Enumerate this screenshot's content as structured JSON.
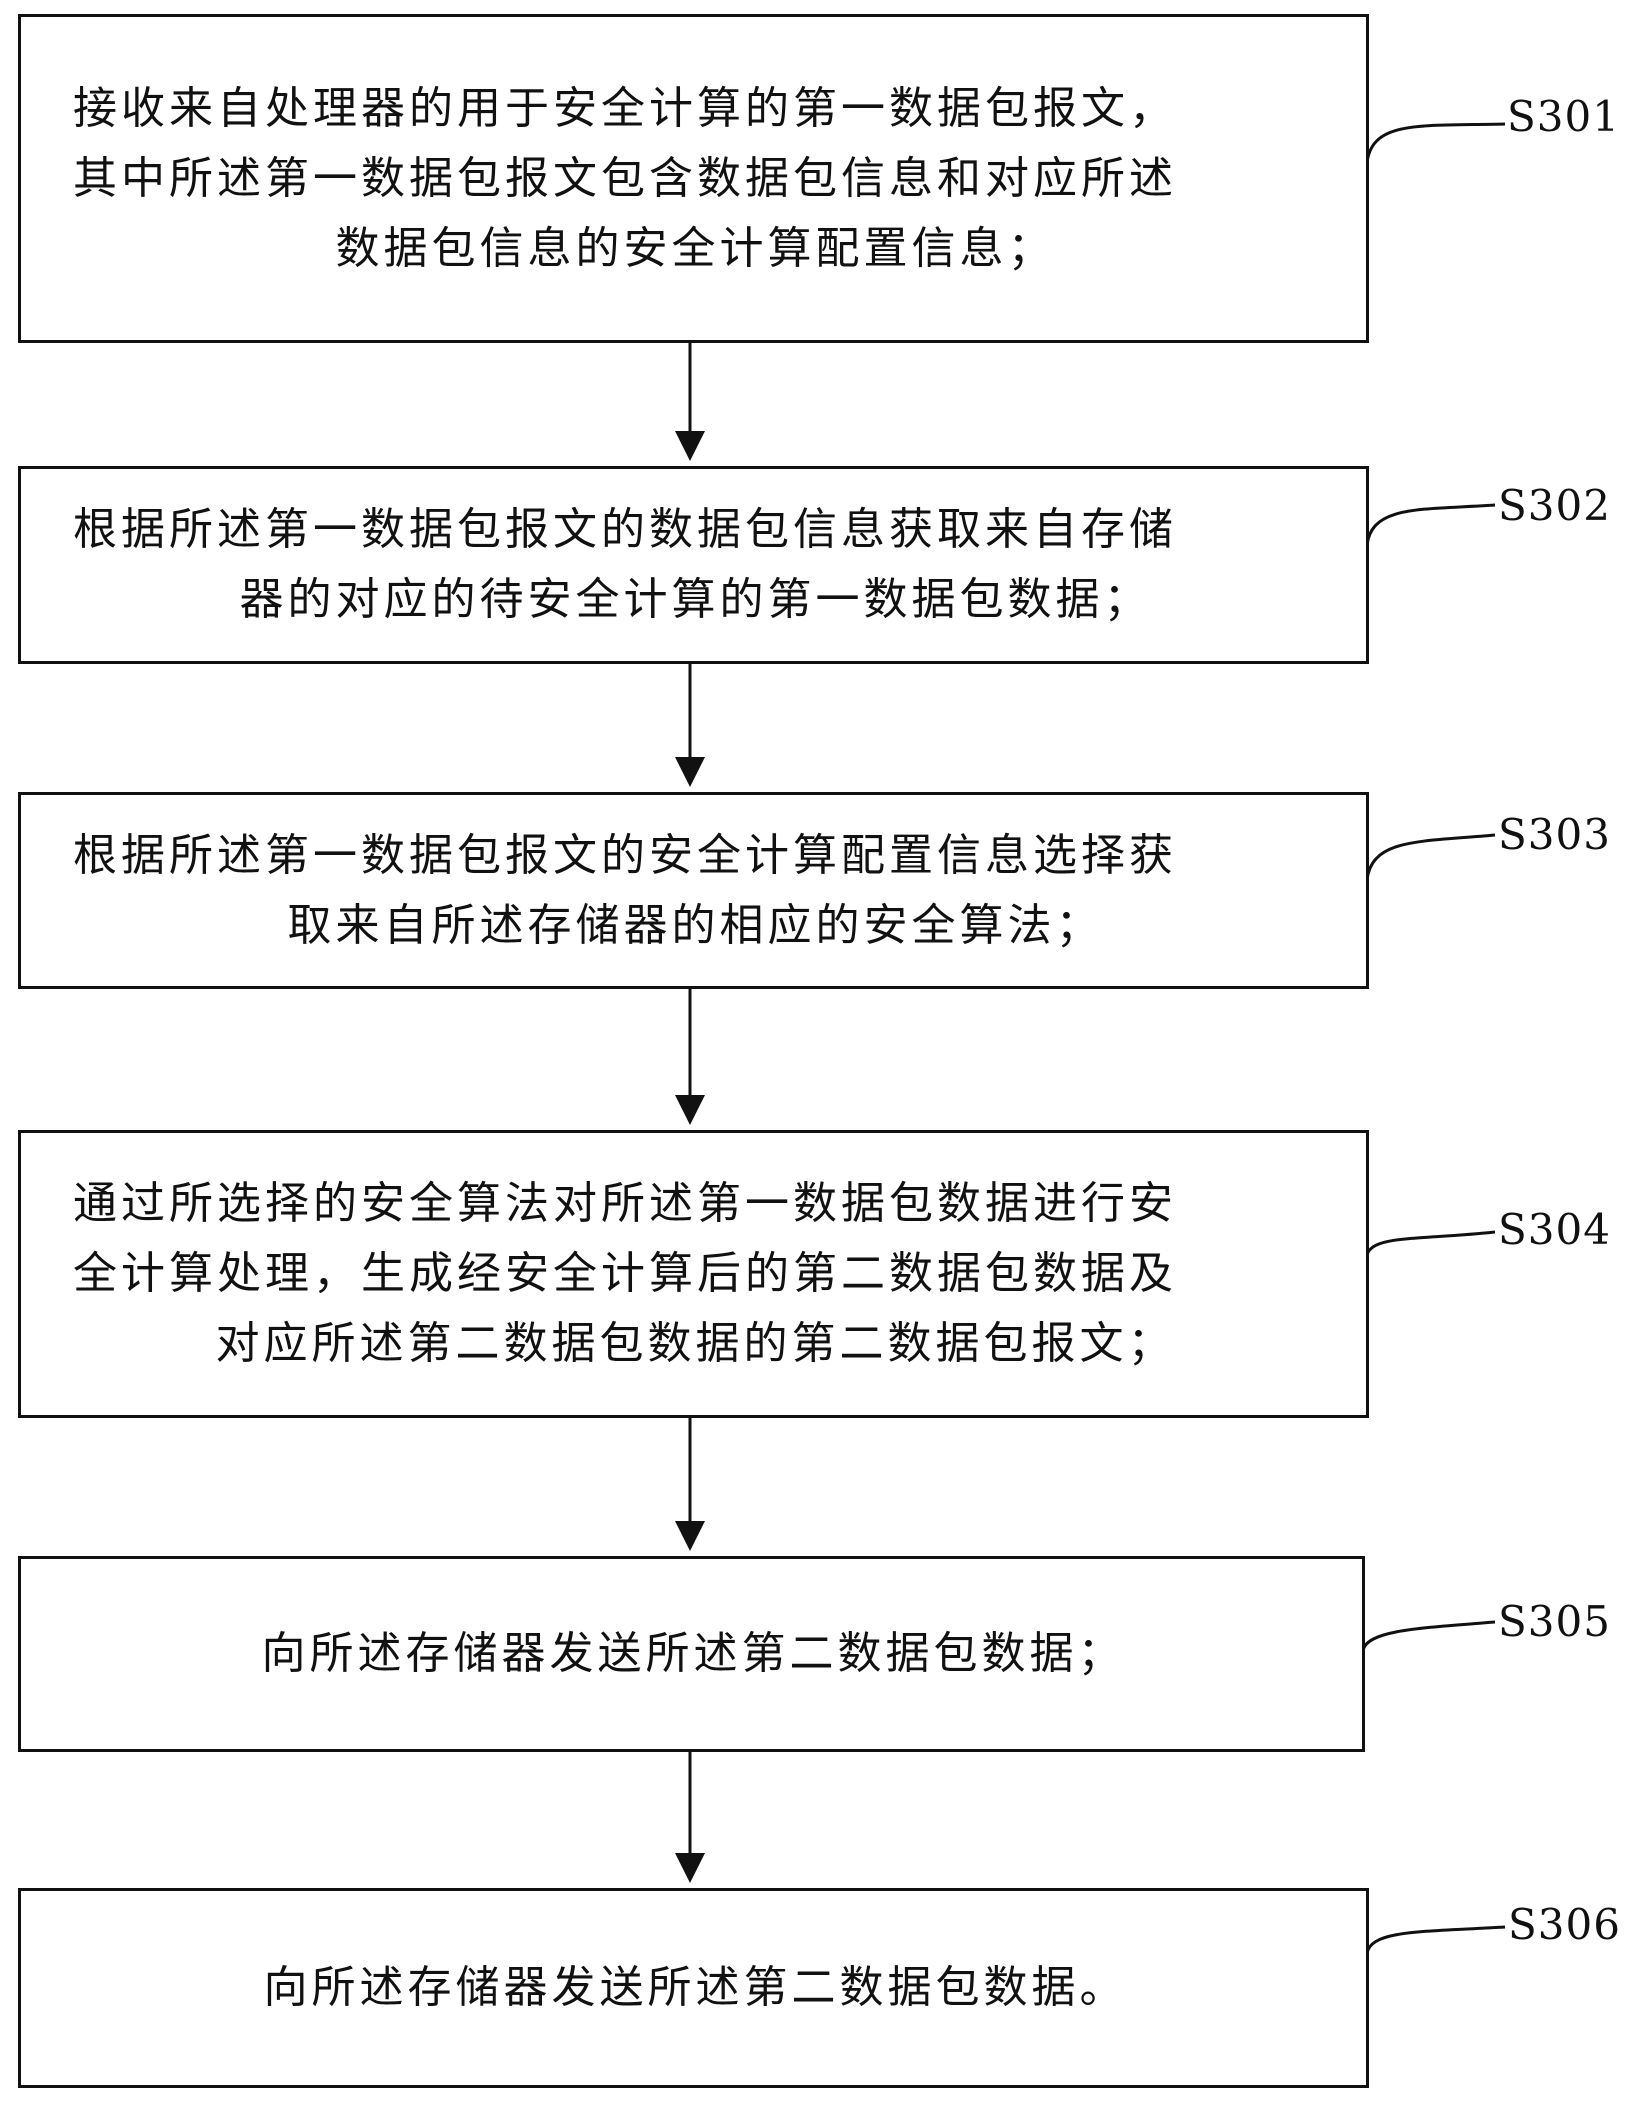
{
  "steps": [
    {
      "id": "S301",
      "lines": [
        "接收来自处理器的用于安全计算的第一数据包报文，",
        "其中所述第一数据包报文包含数据包信息和对应所述",
        "数据包信息的安全计算配置信息；"
      ]
    },
    {
      "id": "S302",
      "lines": [
        "根据所述第一数据包报文的数据包信息获取来自存储",
        "器的对应的待安全计算的第一数据包数据；"
      ]
    },
    {
      "id": "S303",
      "lines": [
        "根据所述第一数据包报文的安全计算配置信息选择获",
        "取来自所述存储器的相应的安全算法；"
      ]
    },
    {
      "id": "S304",
      "lines": [
        "通过所选择的安全算法对所述第一数据包数据进行安",
        "全计算处理，生成经安全计算后的第二数据包数据及",
        "对应所述第二数据包数据的第二数据包报文；"
      ]
    },
    {
      "id": "S305",
      "lines": [
        "向所述存储器发送所述第二数据包数据；"
      ]
    },
    {
      "id": "S306",
      "lines": [
        "向所述存储器发送所述第二数据包数据。"
      ]
    }
  ]
}
